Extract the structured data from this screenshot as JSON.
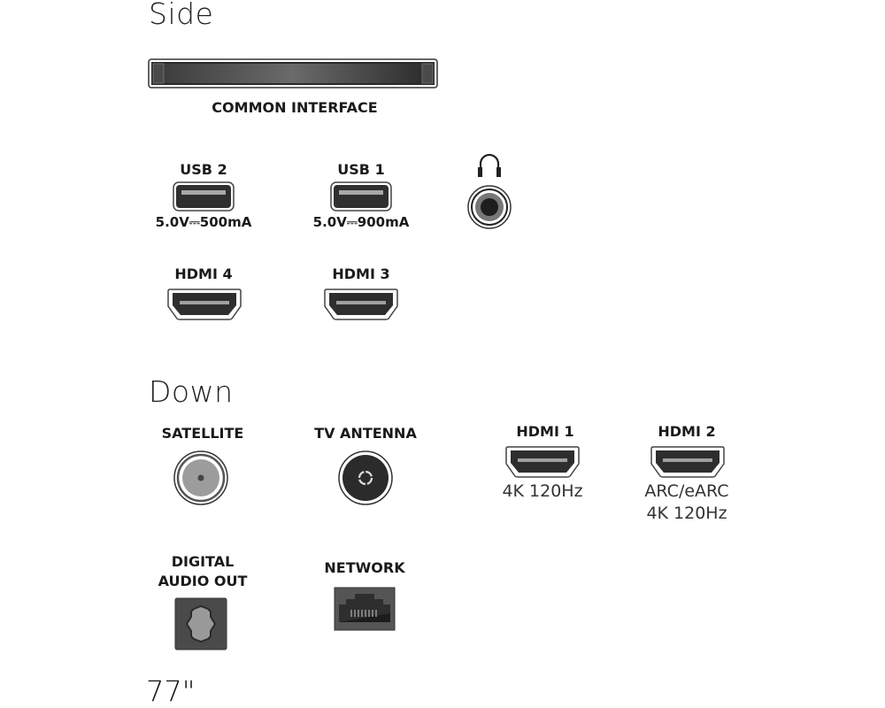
{
  "sections": {
    "side": {
      "title": "Side",
      "common_interface": {
        "label": "COMMON INTERFACE",
        "icon": "ci-slot-icon"
      },
      "usb2": {
        "label": "USB 2",
        "rating": "5.0V⎓500mA",
        "icon": "usb-port-icon"
      },
      "usb1": {
        "label": "USB 1",
        "rating": "5.0V⎓900mA",
        "icon": "usb-port-icon"
      },
      "headphone": {
        "icon": "headphone-icon",
        "jack_icon": "audio-jack-icon"
      },
      "hdmi4": {
        "label": "HDMI 4",
        "icon": "hdmi-port-icon"
      },
      "hdmi3": {
        "label": "HDMI 3",
        "icon": "hdmi-port-icon"
      }
    },
    "down": {
      "title": "Down",
      "satellite": {
        "label": "SATELLITE",
        "icon": "coax-f-connector-icon"
      },
      "tv_antenna": {
        "label": "TV ANTENNA",
        "icon": "antenna-connector-icon"
      },
      "hdmi1": {
        "label": "HDMI 1",
        "line1": "4K 120Hz",
        "icon": "hdmi-port-icon"
      },
      "hdmi2": {
        "label": "HDMI 2",
        "line1": "ARC/eARC",
        "line2": "4K 120Hz",
        "icon": "hdmi-port-icon"
      },
      "digital_audio_out": {
        "label_line1": "DIGITAL",
        "label_line2": "AUDIO OUT",
        "icon": "optical-port-icon"
      },
      "network": {
        "label": "NETWORK",
        "icon": "ethernet-port-icon"
      }
    }
  },
  "screen_size": "77\"",
  "colors": {
    "port_dark": "#2e2e2e",
    "port_mid": "#555555",
    "port_light": "#9a9a9a",
    "text": "#1a1a1a"
  }
}
